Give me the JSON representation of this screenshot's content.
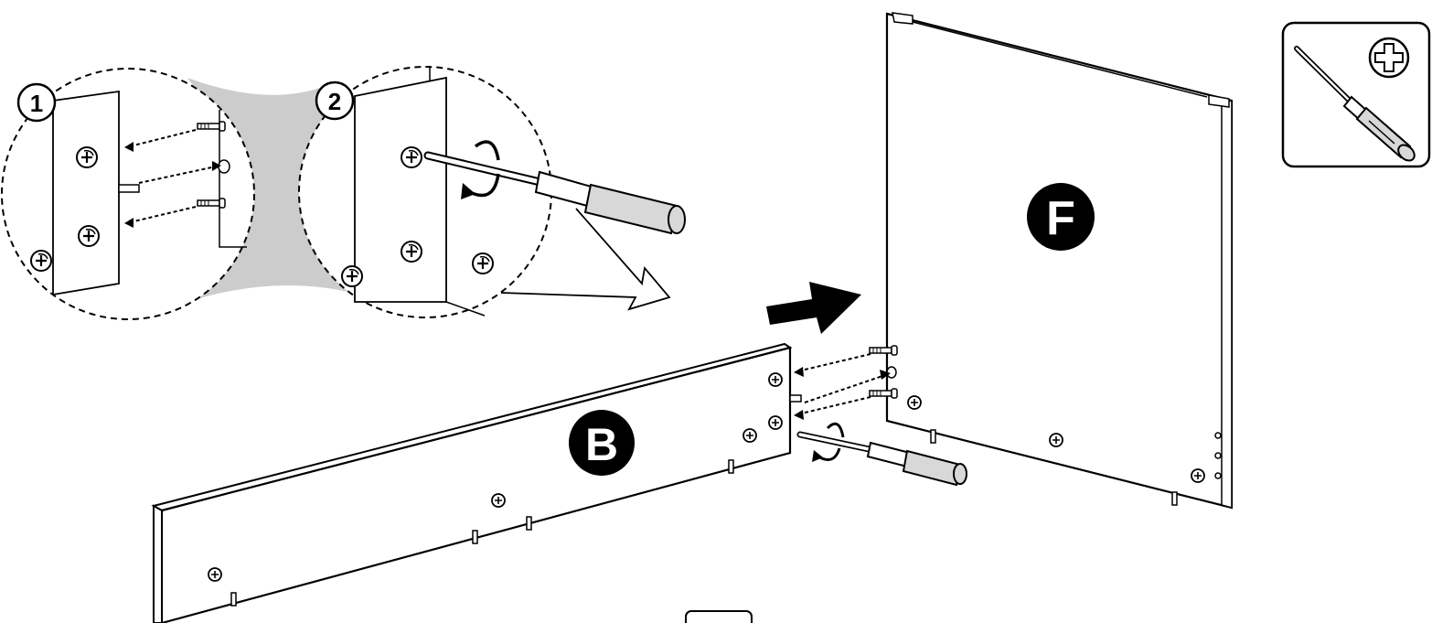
{
  "step_markers": [
    "1",
    "2"
  ],
  "panels": {
    "side_panel": "F",
    "rail_panel": "B"
  },
  "tool_icon": {
    "tool": "screwdriver-icon",
    "head": "phillips-head-icon"
  },
  "colors": {
    "line": "#000000",
    "shade": "#cccccc",
    "handle": "#d8d8d8",
    "background": "#ffffff"
  }
}
